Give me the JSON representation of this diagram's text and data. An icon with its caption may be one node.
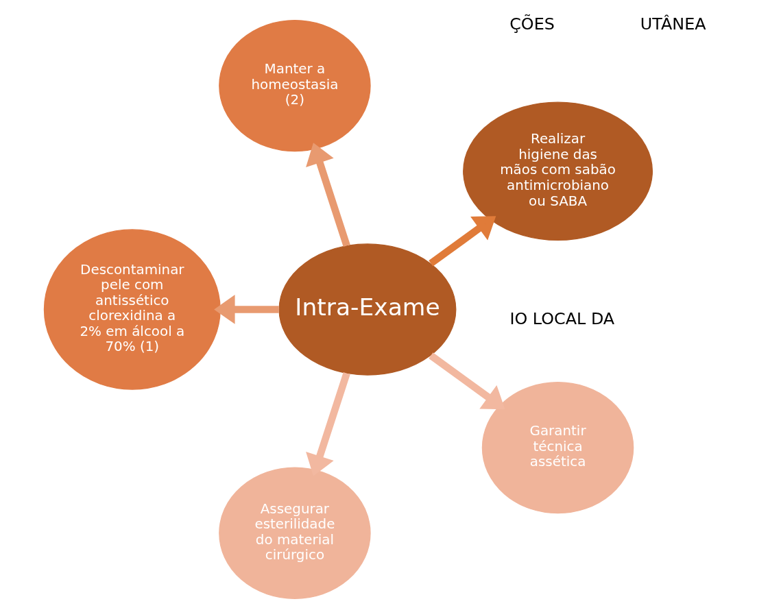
{
  "diagram": {
    "nodes": [
      {
        "text": [
          "Realizar higiene das mãos com sabão antimicrobiano ou SABA"
        ]
      },
      {
        "text": [
          "Manter a homeostasia",
          "(2)"
        ]
      },
      {
        "text": [
          "Intra-Exame"
        ]
      },
      {
        "text": [
          "Descontaminar pele com antissético clorexidina a 2% em álcool a 70% (1)"
        ]
      },
      {
        "text": [
          "Assegurar esterilidade do material cirúrgico"
        ]
      },
      {
        "text": [
          "Garantir técnica assética"
        ]
      }
    ],
    "edges": [
      {
        "from": 2,
        "to": 0,
        "arrow": "to",
        "color": "#e07b39"
      },
      {
        "from": 2,
        "to": 1,
        "arrow": "to",
        "color": "#e89a70"
      },
      {
        "from": 2,
        "to": 4,
        "arrow": "to",
        "color": "#f2b8a0"
      },
      {
        "from": 2,
        "to": 5,
        "arrow": "to",
        "color": "#f2b8a0"
      },
      {
        "from": 2,
        "to": 3,
        "arrow": "to",
        "color": "#e89a70"
      }
    ],
    "labels": [
      "IO LOCAL DA",
      "UTÂNEA",
      "ÇÕES"
    ]
  }
}
